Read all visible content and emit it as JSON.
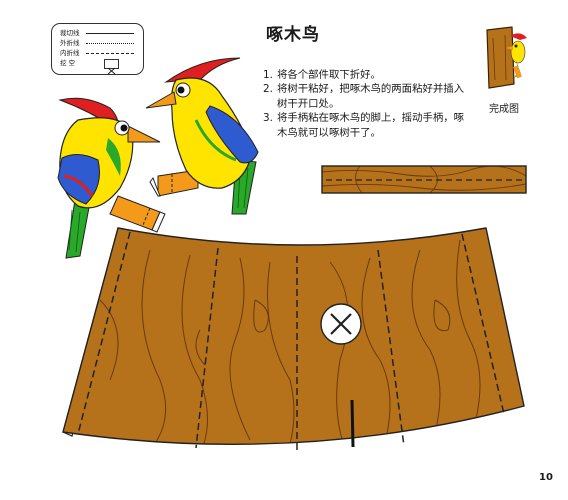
{
  "legend": {
    "cut_line": "裁切线",
    "mountain_fold": "外折线",
    "valley_fold": "内折线",
    "hollow": "挖  空"
  },
  "title": "啄木鸟",
  "steps": [
    {
      "num": "1.",
      "text": "将各个部件取下折好。"
    },
    {
      "num": "2.",
      "text": "将树干粘好，把啄木鸟的两面粘好并插入树干开口处。"
    },
    {
      "num": "3.",
      "text": "将手柄粘在啄木鸟的脚上，摇动手柄，啄木鸟就可以啄树干了。"
    }
  ],
  "finished_label": "完成图",
  "page_number": "10",
  "colors": {
    "wood": "#b5721a",
    "wood_grain": "#6b3a0c",
    "bird_red": "#e02020",
    "bird_yellow": "#ffe400",
    "bird_blue": "#2f5bd0",
    "bird_green": "#2aa82a",
    "handle_orange": "#f39a1a"
  }
}
